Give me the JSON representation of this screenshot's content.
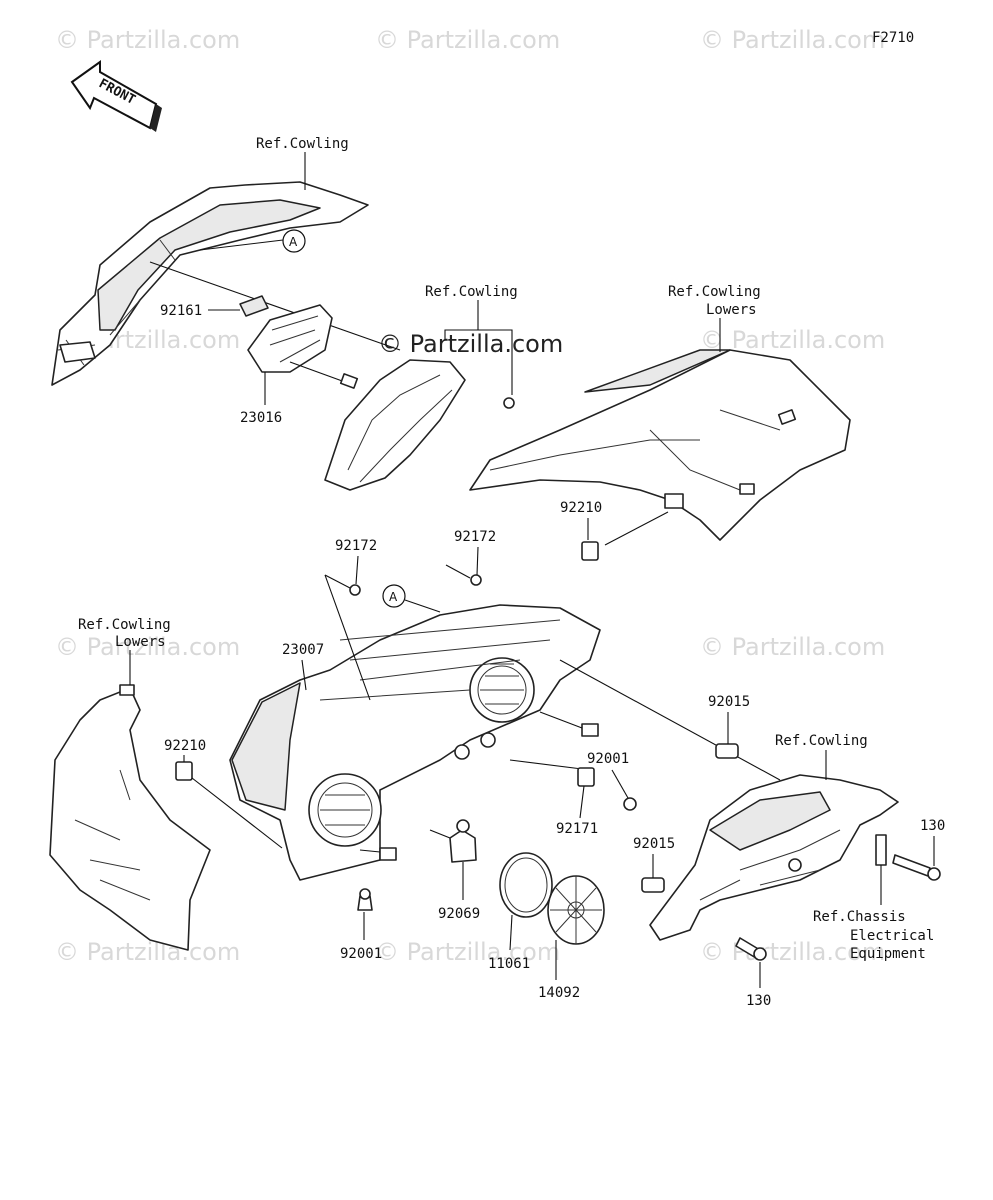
{
  "diagram_code": "F2710",
  "front_label": "FRONT",
  "watermark": "© Partzilla.com",
  "watermark_main": "© Partzilla.com",
  "callout_a": "A",
  "refs": {
    "cowling_top": "Ref.Cowling",
    "cowling_mid": "Ref.Cowling",
    "cowling_lowers_right_line1": "Ref.Cowling",
    "cowling_lowers_right_line2": "Lowers",
    "cowling_lowers_left_line1": "Ref.Cowling",
    "cowling_lowers_left_line2": "Lowers",
    "cowling_right": "Ref.Cowling",
    "chassis_line1": "Ref.Chassis",
    "chassis_line2": "Electrical",
    "chassis_line3": "Equipment"
  },
  "parts": {
    "p92161": "92161",
    "p23016": "23016",
    "p92210_top": "92210",
    "p92172_left": "92172",
    "p92172_right": "92172",
    "p23007": "23007",
    "p92210_left": "92210",
    "p92015_top": "92015",
    "p92001_right": "92001",
    "p92171": "92171",
    "p92015_bottom": "92015",
    "p130_right": "130",
    "p92069": "92069",
    "p11061": "11061",
    "p14092": "14092",
    "p92001_bottom": "92001",
    "p130_bottom": "130"
  }
}
